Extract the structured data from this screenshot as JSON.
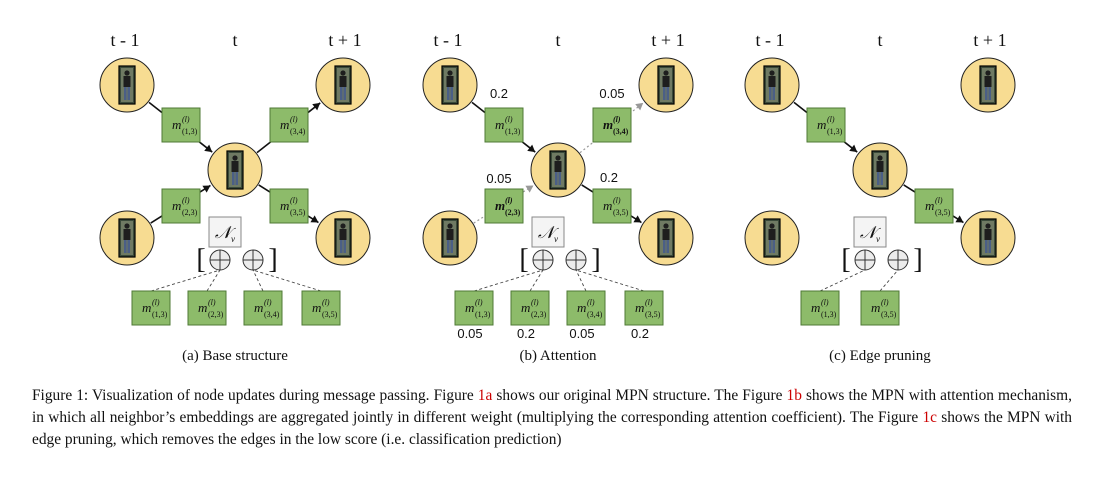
{
  "panels": [
    {
      "id": "a",
      "time_labels": [
        "t - 1",
        "t",
        "t + 1"
      ],
      "edges": [
        {
          "label_main": "m",
          "label_sup": "(l)",
          "label_sub": "(1,3)",
          "weight": "",
          "style": "solid",
          "bold": false
        },
        {
          "label_main": "m",
          "label_sup": "(l)",
          "label_sub": "(3,4)",
          "weight": "",
          "style": "solid",
          "bold": false
        },
        {
          "label_main": "m",
          "label_sup": "(l)",
          "label_sub": "(2,3)",
          "weight": "",
          "style": "solid",
          "bold": false
        },
        {
          "label_main": "m",
          "label_sup": "(l)",
          "label_sub": "(3,5)",
          "weight": "",
          "style": "solid",
          "bold": false
        }
      ],
      "neighborhood_symbol": "𝒩",
      "neighborhood_sub": "v",
      "aggregate_messages": [
        {
          "sub": "(1,3)",
          "weight": ""
        },
        {
          "sub": "(2,3)",
          "weight": ""
        },
        {
          "sub": "(3,4)",
          "weight": ""
        },
        {
          "sub": "(3,5)",
          "weight": ""
        }
      ],
      "caption": "(a) Base structure"
    },
    {
      "id": "b",
      "time_labels": [
        "t - 1",
        "t",
        "t + 1"
      ],
      "edges": [
        {
          "label_main": "m",
          "label_sup": "(l)",
          "label_sub": "(1,3)",
          "weight": "0.2",
          "style": "solid",
          "bold": false
        },
        {
          "label_main": "m",
          "label_sup": "(l)",
          "label_sub": "(3,4)",
          "weight": "0.05",
          "style": "dotted",
          "bold": true
        },
        {
          "label_main": "m",
          "label_sup": "(l)",
          "label_sub": "(2,3)",
          "weight": "0.05",
          "style": "dotted",
          "bold": true
        },
        {
          "label_main": "m",
          "label_sup": "(l)",
          "label_sub": "(3,5)",
          "weight": "0.2",
          "style": "solid",
          "bold": false
        }
      ],
      "neighborhood_symbol": "𝒩",
      "neighborhood_sub": "v",
      "aggregate_messages": [
        {
          "sub": "(1,3)",
          "weight": "0.05"
        },
        {
          "sub": "(2,3)",
          "weight": "0.2"
        },
        {
          "sub": "(3,4)",
          "weight": "0.05"
        },
        {
          "sub": "(3,5)",
          "weight": "0.2"
        }
      ],
      "caption": "(b) Attention"
    },
    {
      "id": "c",
      "time_labels": [
        "t - 1",
        "t",
        "t + 1"
      ],
      "edges": [
        {
          "label_main": "m",
          "label_sup": "(l)",
          "label_sub": "(1,3)",
          "weight": "",
          "style": "solid",
          "bold": false
        },
        {
          "label_main": "m",
          "label_sup": "(l)",
          "label_sub": "(3,5)",
          "weight": "",
          "style": "solid",
          "bold": false
        }
      ],
      "neighborhood_symbol": "𝒩",
      "neighborhood_sub": "v",
      "aggregate_messages": [
        {
          "sub": "(1,3)",
          "weight": ""
        },
        {
          "sub": "(3,5)",
          "weight": ""
        }
      ],
      "caption": "(c) Edge pruning"
    }
  ],
  "figure_caption": {
    "prefix": "Figure 1: Visualization of node updates during message passing. Figure ",
    "ref_a": "1a",
    "mid1": " shows our original MPN structure. The Figure ",
    "ref_b": "1b",
    "mid2": " shows the MPN with attention mechanism, in which all neighbor’s embeddings are aggregated jointly in different weight (multiplying the corresponding attention coefficient). The Figure ",
    "ref_c": "1c",
    "suffix": " shows the MPN with edge pruning, which removes the edges in the low score (i.e. classification prediction)"
  },
  "colors": {
    "node_fill": "#f7dc92",
    "node_stroke": "#222222",
    "edge_box_fill": "#8dbb6a",
    "edge_box_stroke": "#4f7a36",
    "ref_color": "#cc0000"
  }
}
